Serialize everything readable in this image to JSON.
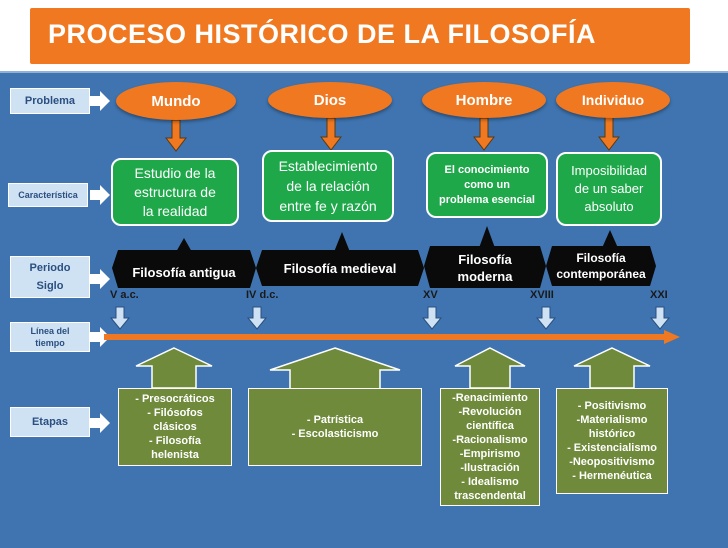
{
  "title": "PROCESO HISTÓRICO DE LA FILOSOFÍA",
  "row_labels": {
    "problema": "Problema",
    "caracteristica": "Característica",
    "periodo": "Periodo",
    "siglo": "Siglo",
    "linea_del_tiempo_1": "Línea del",
    "linea_del_tiempo_2": "tiempo",
    "etapas": "Etapas"
  },
  "problems": [
    "Mundo",
    "Dios",
    "Hombre",
    "Individuo"
  ],
  "characteristics": [
    [
      "Estudio de la",
      "estructura de",
      "la realidad"
    ],
    [
      "Establecimiento",
      "de la relación",
      "entre fe y razón"
    ],
    [
      "El conocimiento",
      "como un",
      "problema esencial"
    ],
    [
      "Imposibilidad",
      "de un saber",
      "absoluto"
    ]
  ],
  "periods": [
    [
      "Filosofía antigua"
    ],
    [
      "Filosofía medieval"
    ],
    [
      "Filosofía",
      "moderna"
    ],
    [
      "Filosofía",
      "contemporánea"
    ]
  ],
  "centuries": [
    "V a.c.",
    "IV d.c.",
    "XV",
    "XVIII",
    "XXI"
  ],
  "stages": [
    [
      "- Presocráticos",
      "- Filósofos",
      "clásicos",
      "- Filosofía",
      "helenista"
    ],
    [
      "- Patrística",
      "- Escolasticismo"
    ],
    [
      "-Renacimiento",
      "-Revolución",
      "científica",
      "-Racionalismo",
      "-Empirismo",
      "-Ilustración",
      "- Idealismo",
      "trascendental"
    ],
    [
      "- Positivismo",
      "-Materialismo",
      "histórico",
      "- Existencialismo",
      "-Neopositivismo",
      "- Hermenéutica"
    ]
  ],
  "colors": {
    "title_bg": "#f07820",
    "panel_bg": "#3f74b0",
    "concept_bg": "#f07820",
    "characteristic_bg": "#1ea84a",
    "period_bg": "#0a0a0a",
    "stage_bg": "#6e8a3a",
    "timeline": "#f07820",
    "side_label_bg": "#cfe2f3"
  }
}
